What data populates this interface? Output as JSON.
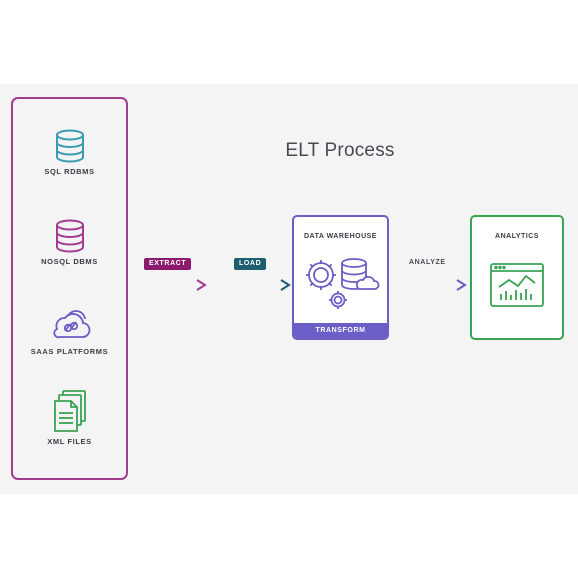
{
  "title": "ELT Process",
  "sources": [
    {
      "label": "SQL RDBMS",
      "icon": "database-icon"
    },
    {
      "label": "NOSQL DBMS",
      "icon": "database-icon"
    },
    {
      "label": "SAAS PLATFORMS",
      "icon": "cloud-icon"
    },
    {
      "label": "XML FILES",
      "icon": "files-icon"
    }
  ],
  "steps": {
    "extract": "EXTRACT",
    "load": "LOAD",
    "analyze": "ANALYZE"
  },
  "warehouse": {
    "title": "DATA WAREHOUSE",
    "footer": "TRANSFORM"
  },
  "analytics": {
    "title": "ANALYTICS"
  },
  "colors": {
    "sources_border": "#a23c8f",
    "sql_icon": "#3a9bb0",
    "nosql_icon": "#a23c8f",
    "saas_icon": "#6b5ec7",
    "xml_icon": "#3aa353",
    "extract": "#8c1b6f",
    "load": "#1f5d70",
    "warehouse": "#6b5ec7",
    "analytics": "#3aa353"
  }
}
